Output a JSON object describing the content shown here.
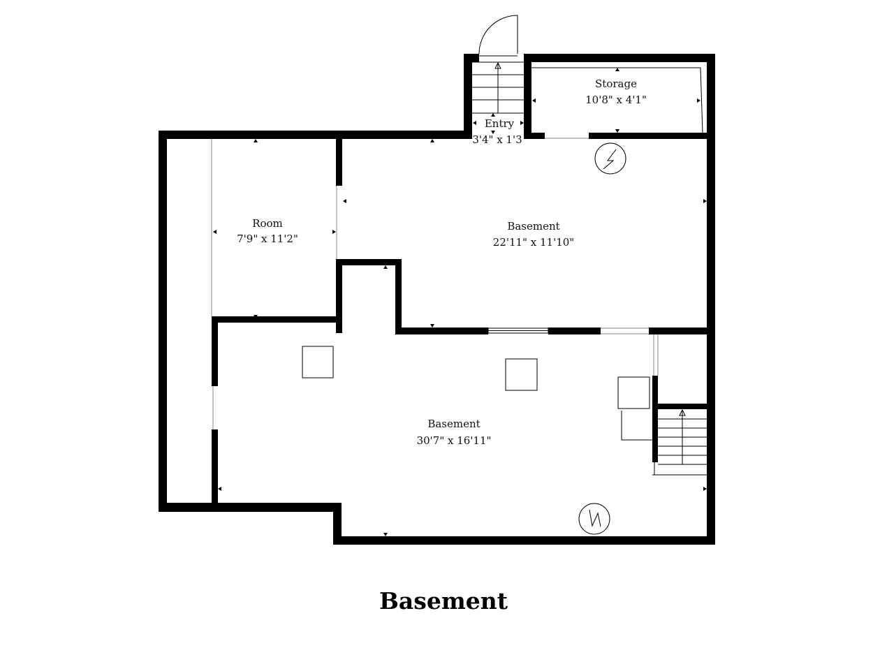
{
  "floor_title": "Basement",
  "rooms": {
    "storage": {
      "name": "Storage",
      "dims": "10'8\" x 4'1\""
    },
    "entry": {
      "name": "Entry",
      "dims": "3'4\" x 1'3"
    },
    "room": {
      "name": "Room",
      "dims": "7'9\" x 11'2\""
    },
    "basement_upper": {
      "name": "Basement",
      "dims": "22'11\" x 11'10\""
    },
    "basement_lower": {
      "name": "Basement",
      "dims": "30'7\" x 16'11\""
    }
  },
  "fixtures": [
    "water-heater-icon",
    "furnace-icon",
    "staircase-entry",
    "staircase-interior",
    "column",
    "appliance"
  ]
}
